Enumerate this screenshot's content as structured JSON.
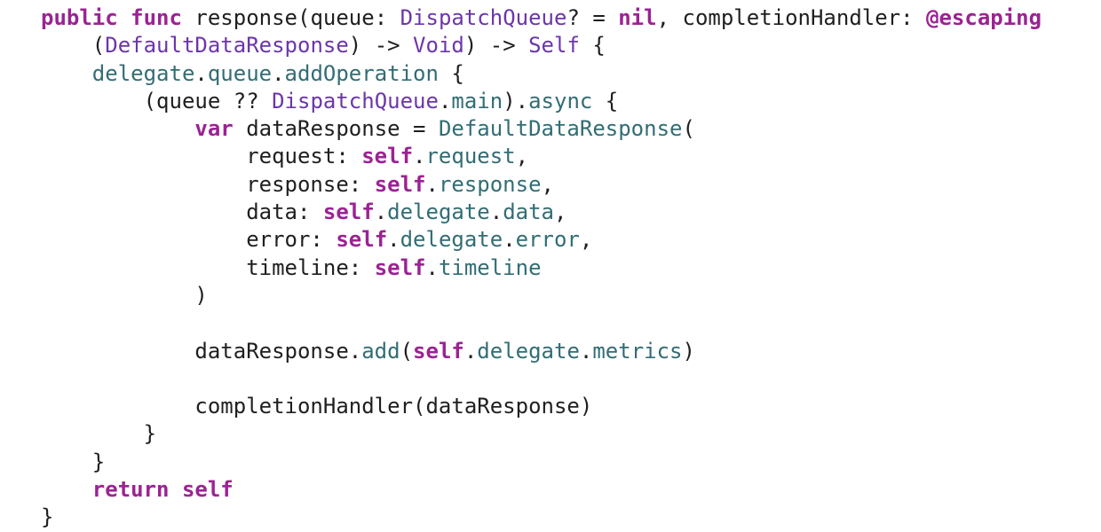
{
  "editor": {
    "colors": {
      "background": "#ffffff",
      "keyword": "#9b2393",
      "type": "#6c36a9",
      "member": "#326d74",
      "plain": "#1f1f1f"
    },
    "lines": [
      [
        {
          "k": "kw",
          "t": "public"
        },
        {
          "k": "plain",
          "t": " "
        },
        {
          "k": "kw",
          "t": "func"
        },
        {
          "k": "plain",
          "t": " response(queue: "
        },
        {
          "k": "type",
          "t": "DispatchQueue"
        },
        {
          "k": "plain",
          "t": "? = "
        },
        {
          "k": "kw",
          "t": "nil"
        },
        {
          "k": "plain",
          "t": ", completionHandler: "
        },
        {
          "k": "kw",
          "t": "@escaping"
        }
      ],
      [
        {
          "k": "ws",
          "t": "    "
        },
        {
          "k": "plain",
          "t": "("
        },
        {
          "k": "type",
          "t": "DefaultDataResponse"
        },
        {
          "k": "plain",
          "t": ") -> "
        },
        {
          "k": "type",
          "t": "Void"
        },
        {
          "k": "plain",
          "t": ") -> "
        },
        {
          "k": "type",
          "t": "Self"
        },
        {
          "k": "plain",
          "t": " {"
        }
      ],
      [
        {
          "k": "ws",
          "t": "    "
        },
        {
          "k": "member",
          "t": "delegate"
        },
        {
          "k": "plain",
          "t": "."
        },
        {
          "k": "member",
          "t": "queue"
        },
        {
          "k": "plain",
          "t": "."
        },
        {
          "k": "member",
          "t": "addOperation"
        },
        {
          "k": "plain",
          "t": " {"
        }
      ],
      [
        {
          "k": "ws",
          "t": "        "
        },
        {
          "k": "plain",
          "t": "(queue ?? "
        },
        {
          "k": "type",
          "t": "DispatchQueue"
        },
        {
          "k": "plain",
          "t": "."
        },
        {
          "k": "member",
          "t": "main"
        },
        {
          "k": "plain",
          "t": ")."
        },
        {
          "k": "member",
          "t": "async"
        },
        {
          "k": "plain",
          "t": " {"
        }
      ],
      [
        {
          "k": "ws",
          "t": "            "
        },
        {
          "k": "kw",
          "t": "var"
        },
        {
          "k": "plain",
          "t": " dataResponse = "
        },
        {
          "k": "member",
          "t": "DefaultDataResponse"
        },
        {
          "k": "plain",
          "t": "("
        }
      ],
      [
        {
          "k": "ws",
          "t": "                "
        },
        {
          "k": "plain",
          "t": "request: "
        },
        {
          "k": "kw",
          "t": "self"
        },
        {
          "k": "plain",
          "t": "."
        },
        {
          "k": "member",
          "t": "request"
        },
        {
          "k": "plain",
          "t": ","
        }
      ],
      [
        {
          "k": "ws",
          "t": "                "
        },
        {
          "k": "plain",
          "t": "response: "
        },
        {
          "k": "kw",
          "t": "self"
        },
        {
          "k": "plain",
          "t": "."
        },
        {
          "k": "member",
          "t": "response"
        },
        {
          "k": "plain",
          "t": ","
        }
      ],
      [
        {
          "k": "ws",
          "t": "                "
        },
        {
          "k": "plain",
          "t": "data: "
        },
        {
          "k": "kw",
          "t": "self"
        },
        {
          "k": "plain",
          "t": "."
        },
        {
          "k": "member",
          "t": "delegate"
        },
        {
          "k": "plain",
          "t": "."
        },
        {
          "k": "member",
          "t": "data"
        },
        {
          "k": "plain",
          "t": ","
        }
      ],
      [
        {
          "k": "ws",
          "t": "                "
        },
        {
          "k": "plain",
          "t": "error: "
        },
        {
          "k": "kw",
          "t": "self"
        },
        {
          "k": "plain",
          "t": "."
        },
        {
          "k": "member",
          "t": "delegate"
        },
        {
          "k": "plain",
          "t": "."
        },
        {
          "k": "member",
          "t": "error"
        },
        {
          "k": "plain",
          "t": ","
        }
      ],
      [
        {
          "k": "ws",
          "t": "                "
        },
        {
          "k": "plain",
          "t": "timeline: "
        },
        {
          "k": "kw",
          "t": "self"
        },
        {
          "k": "plain",
          "t": "."
        },
        {
          "k": "member",
          "t": "timeline"
        }
      ],
      [
        {
          "k": "ws",
          "t": "            "
        },
        {
          "k": "plain",
          "t": ")"
        }
      ],
      [],
      [
        {
          "k": "ws",
          "t": "            "
        },
        {
          "k": "plain",
          "t": "dataResponse."
        },
        {
          "k": "member",
          "t": "add"
        },
        {
          "k": "plain",
          "t": "("
        },
        {
          "k": "kw",
          "t": "self"
        },
        {
          "k": "plain",
          "t": "."
        },
        {
          "k": "member",
          "t": "delegate"
        },
        {
          "k": "plain",
          "t": "."
        },
        {
          "k": "member",
          "t": "metrics"
        },
        {
          "k": "plain",
          "t": ")"
        }
      ],
      [],
      [
        {
          "k": "ws",
          "t": "            "
        },
        {
          "k": "plain",
          "t": "completionHandler(dataResponse)"
        }
      ],
      [
        {
          "k": "ws",
          "t": "        "
        },
        {
          "k": "plain",
          "t": "}"
        }
      ],
      [
        {
          "k": "ws",
          "t": "    "
        },
        {
          "k": "plain",
          "t": "}"
        }
      ],
      [
        {
          "k": "ws",
          "t": "    "
        },
        {
          "k": "kw",
          "t": "return"
        },
        {
          "k": "plain",
          "t": " "
        },
        {
          "k": "kw",
          "t": "self"
        }
      ],
      [
        {
          "k": "plain",
          "t": "}"
        }
      ]
    ]
  }
}
